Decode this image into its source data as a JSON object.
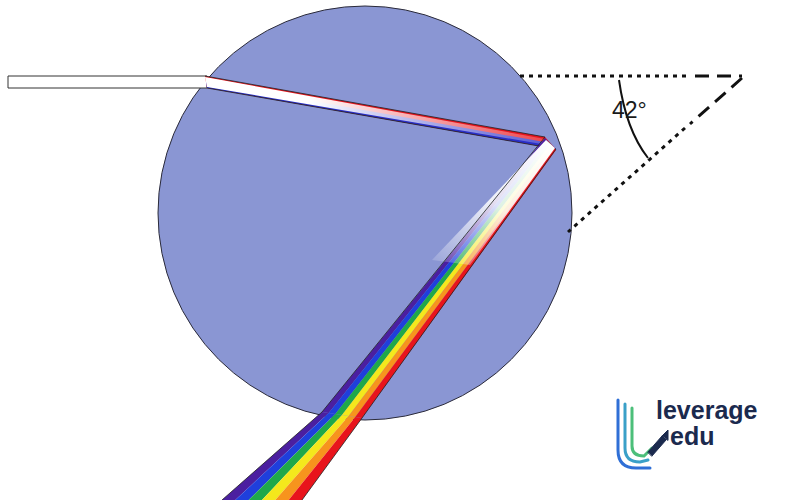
{
  "diagram": {
    "labels": [
      "42°",
      "leverage",
      "edu"
    ]
  }
}
